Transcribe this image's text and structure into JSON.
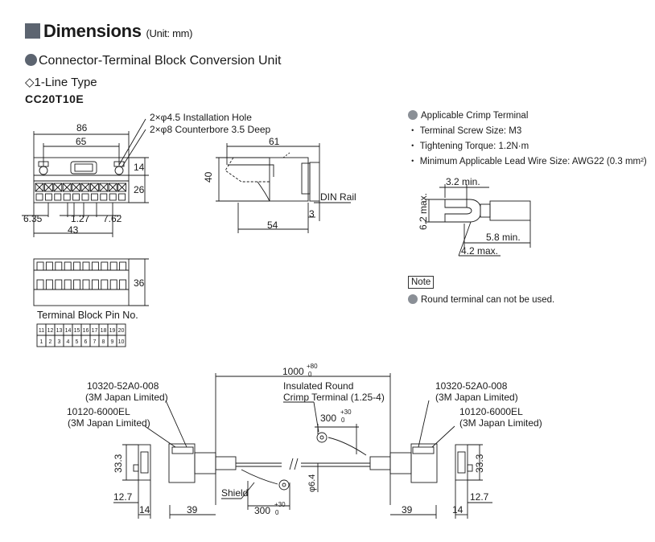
{
  "header": {
    "title": "Dimensions",
    "unit": "(Unit: mm)"
  },
  "section": {
    "title": "Connector-Terminal Block Conversion Unit",
    "type": "◇1-Line Type",
    "model": "CC20T10E"
  },
  "front_view": {
    "holes": [
      "2×φ4.5 Installation Hole",
      "2×φ8 Counterbore 3.5 Deep"
    ],
    "dims": {
      "w86": "86",
      "w65": "65",
      "h14": "14",
      "h26": "26",
      "d635": "6.35",
      "d127": "1.27",
      "d762": "7.62",
      "d43": "43"
    }
  },
  "side_view": {
    "dims": {
      "w61": "61",
      "h40": "40",
      "d54": "54",
      "d3": "3"
    },
    "din": "DIN Rail"
  },
  "bottom_view": {
    "h36": "36"
  },
  "terminal_block": {
    "title": "Terminal Block Pin No.",
    "row_top": [
      "11",
      "12",
      "13",
      "14",
      "15",
      "16",
      "17",
      "18",
      "19",
      "20"
    ],
    "row_bottom": [
      "1",
      "2",
      "3",
      "4",
      "5",
      "6",
      "7",
      "8",
      "9",
      "10"
    ]
  },
  "crimp_terminal": {
    "title": "Applicable Crimp Terminal",
    "items": [
      "Terminal Screw Size: M3",
      "Tightening Torque: 1.2N·m",
      "Minimum Applicable Lead Wire Size: AWG22 (0.3 mm²)"
    ],
    "dims": {
      "w32": "3.2 min.",
      "h62": "6.2 max.",
      "l58": "5.8 min.",
      "w42": "4.2 max."
    }
  },
  "note": {
    "label": "Note",
    "text": "Round terminal can not be used."
  },
  "cable": {
    "length": "1000",
    "length_tol_top": "+80",
    "length_tol_bot": "0",
    "left_connector": "10320-52A0-008",
    "left_connector_maker": "(3M Japan Limited)",
    "left_plug": "10120-6000EL",
    "left_plug_maker": "(3M Japan Limited)",
    "right_connector": "10320-52A0-008",
    "right_connector_maker": "(3M Japan Limited)",
    "right_plug": "10120-6000EL",
    "right_plug_maker": "(3M Japan Limited)",
    "round_terminal": "Insulated Round",
    "round_terminal2": "Crimp Terminal (1.25-4)",
    "lead": "300",
    "lead_tol_top": "+30",
    "lead_tol_bot": "0",
    "shield": "Shield",
    "dia": "φ6.4",
    "d333": "33.3",
    "d127": "12.7",
    "d14": "14",
    "d39": "39"
  }
}
